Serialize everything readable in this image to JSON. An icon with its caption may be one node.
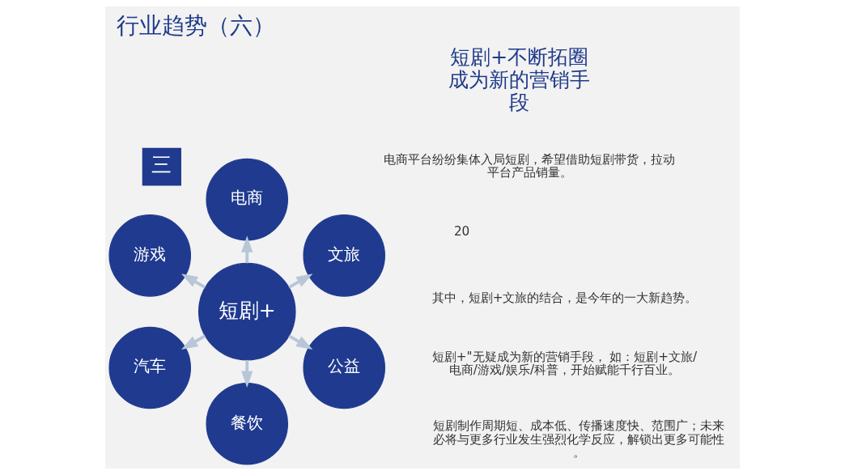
{
  "diagram": {
    "title": "行业趋势（六）",
    "nodes": [
      {
        "text": [
          "文旅"
        ]
      },
      {
        "text": [
          "电商"
        ]
      },
      {
        "text": [
          "游戏"
        ]
      },
      {
        "text": [
          "短剧+"
        ]
      },
      {
        "text": [
          "汽车"
        ]
      },
      {
        "text": [
          "餐饮"
        ]
      },
      {
        "text": [
          "公益"
        ]
      }
    ],
    "edges": [
      {
        "from": 3,
        "to": 0,
        "arrow": "to"
      },
      {
        "from": 3,
        "to": 2,
        "arrow": "to"
      },
      {
        "from": 3,
        "to": 5,
        "arrow": "to"
      },
      {
        "from": 3,
        "to": 6,
        "arrow": "to"
      },
      {
        "from": 3,
        "to": 4,
        "arrow": "to"
      },
      {
        "from": 3,
        "to": 1,
        "arrow": "to"
      }
    ],
    "labels": [
      "三",
      "短剧+不断拓圈成为新的营销手段",
      "短剧+\"无疑成为新的营销手段， 如：短剧+文旅/电商/游戏/娱乐/科普，开始赋能千行百业。",
      "其中，短剧+文旅的结合，是今年的一大新趋势。",
      "电商平台纷纷集体入局短剧，希望借助短剧带货，拉动平台产品销量。",
      "短剧制作周期短、成本低、传播速度快、范围广；未来必将与更多行业发生强烈化学反应，解锁出更多可能性。",
      "20"
    ]
  }
}
